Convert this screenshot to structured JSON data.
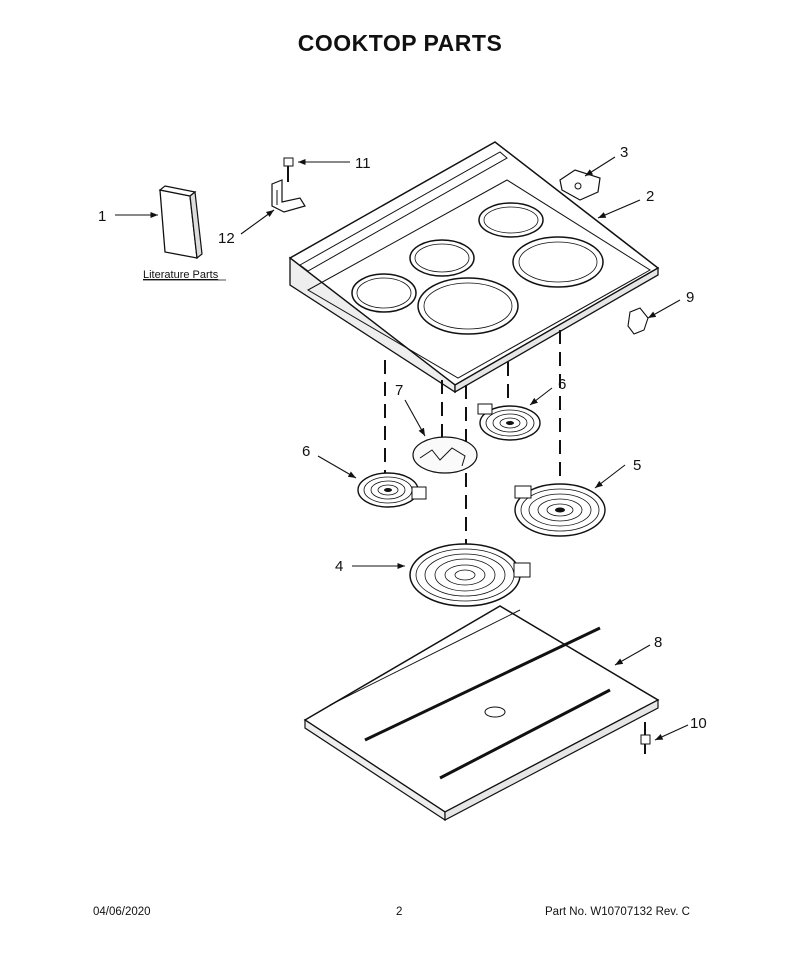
{
  "title": "COOKTOP  PARTS",
  "literature_label": "Literature Parts",
  "callouts": [
    {
      "id": "c1",
      "label": "1"
    },
    {
      "id": "c2",
      "label": "2"
    },
    {
      "id": "c3",
      "label": "3"
    },
    {
      "id": "c4",
      "label": "4"
    },
    {
      "id": "c5",
      "label": "5"
    },
    {
      "id": "c6a",
      "label": "6"
    },
    {
      "id": "c6b",
      "label": "6"
    },
    {
      "id": "c7",
      "label": "7"
    },
    {
      "id": "c8",
      "label": "8"
    },
    {
      "id": "c9",
      "label": "9"
    },
    {
      "id": "c10",
      "label": "10"
    },
    {
      "id": "c11",
      "label": "11"
    },
    {
      "id": "c12",
      "label": "12"
    }
  ],
  "footer": {
    "date": "04/06/2020",
    "page": "2",
    "part": "Part No.  W10707132  Rev.  C"
  }
}
